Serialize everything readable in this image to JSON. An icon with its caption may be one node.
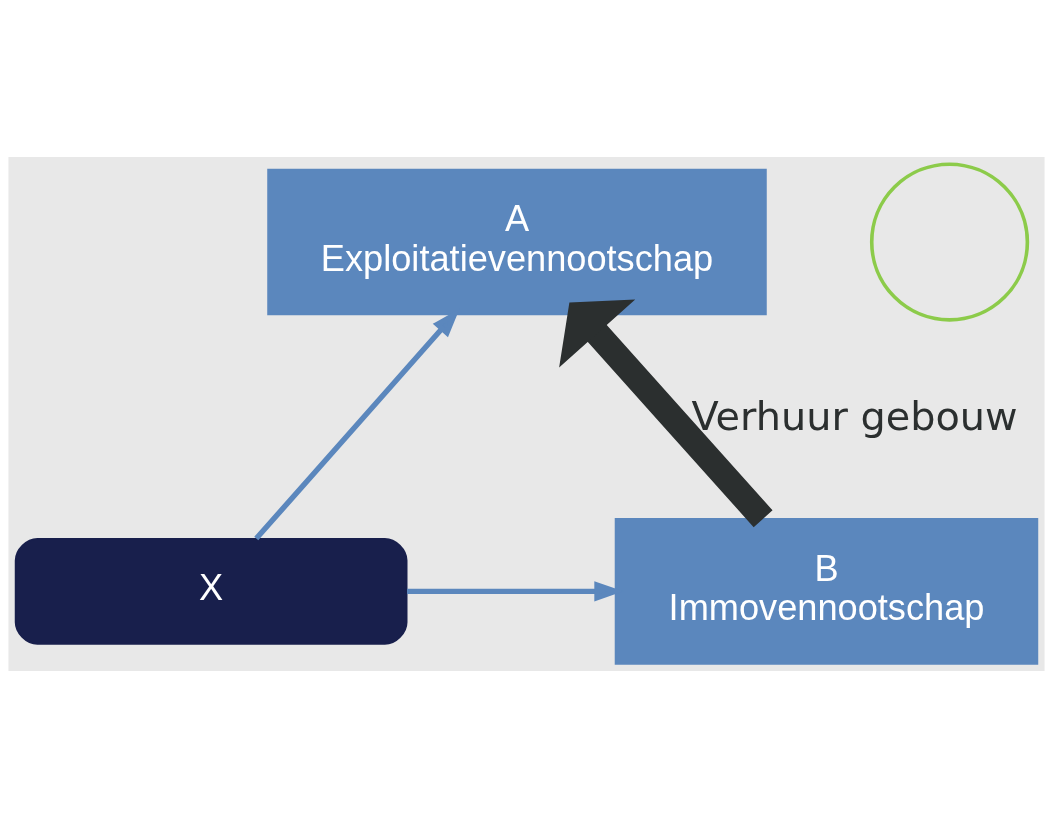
{
  "diagram": {
    "nodes": [
      {
        "text": [
          "X"
        ]
      },
      {
        "text": [],
        "shape": "circle"
      },
      {
        "text": [
          "A",
          "Exploitatievennootschap"
        ]
      },
      {
        "text": [
          "B",
          "Immovennootschap"
        ]
      }
    ],
    "edges": [
      {
        "from": 0,
        "to": 2,
        "arrow": "to"
      },
      {
        "from": 0,
        "to": 3,
        "arrow": "to"
      },
      {
        "from": 3,
        "to": 2,
        "arrow": "to",
        "label": "Verhuur gebouw",
        "style": "thick",
        "color": "#2b2f2f"
      }
    ]
  }
}
